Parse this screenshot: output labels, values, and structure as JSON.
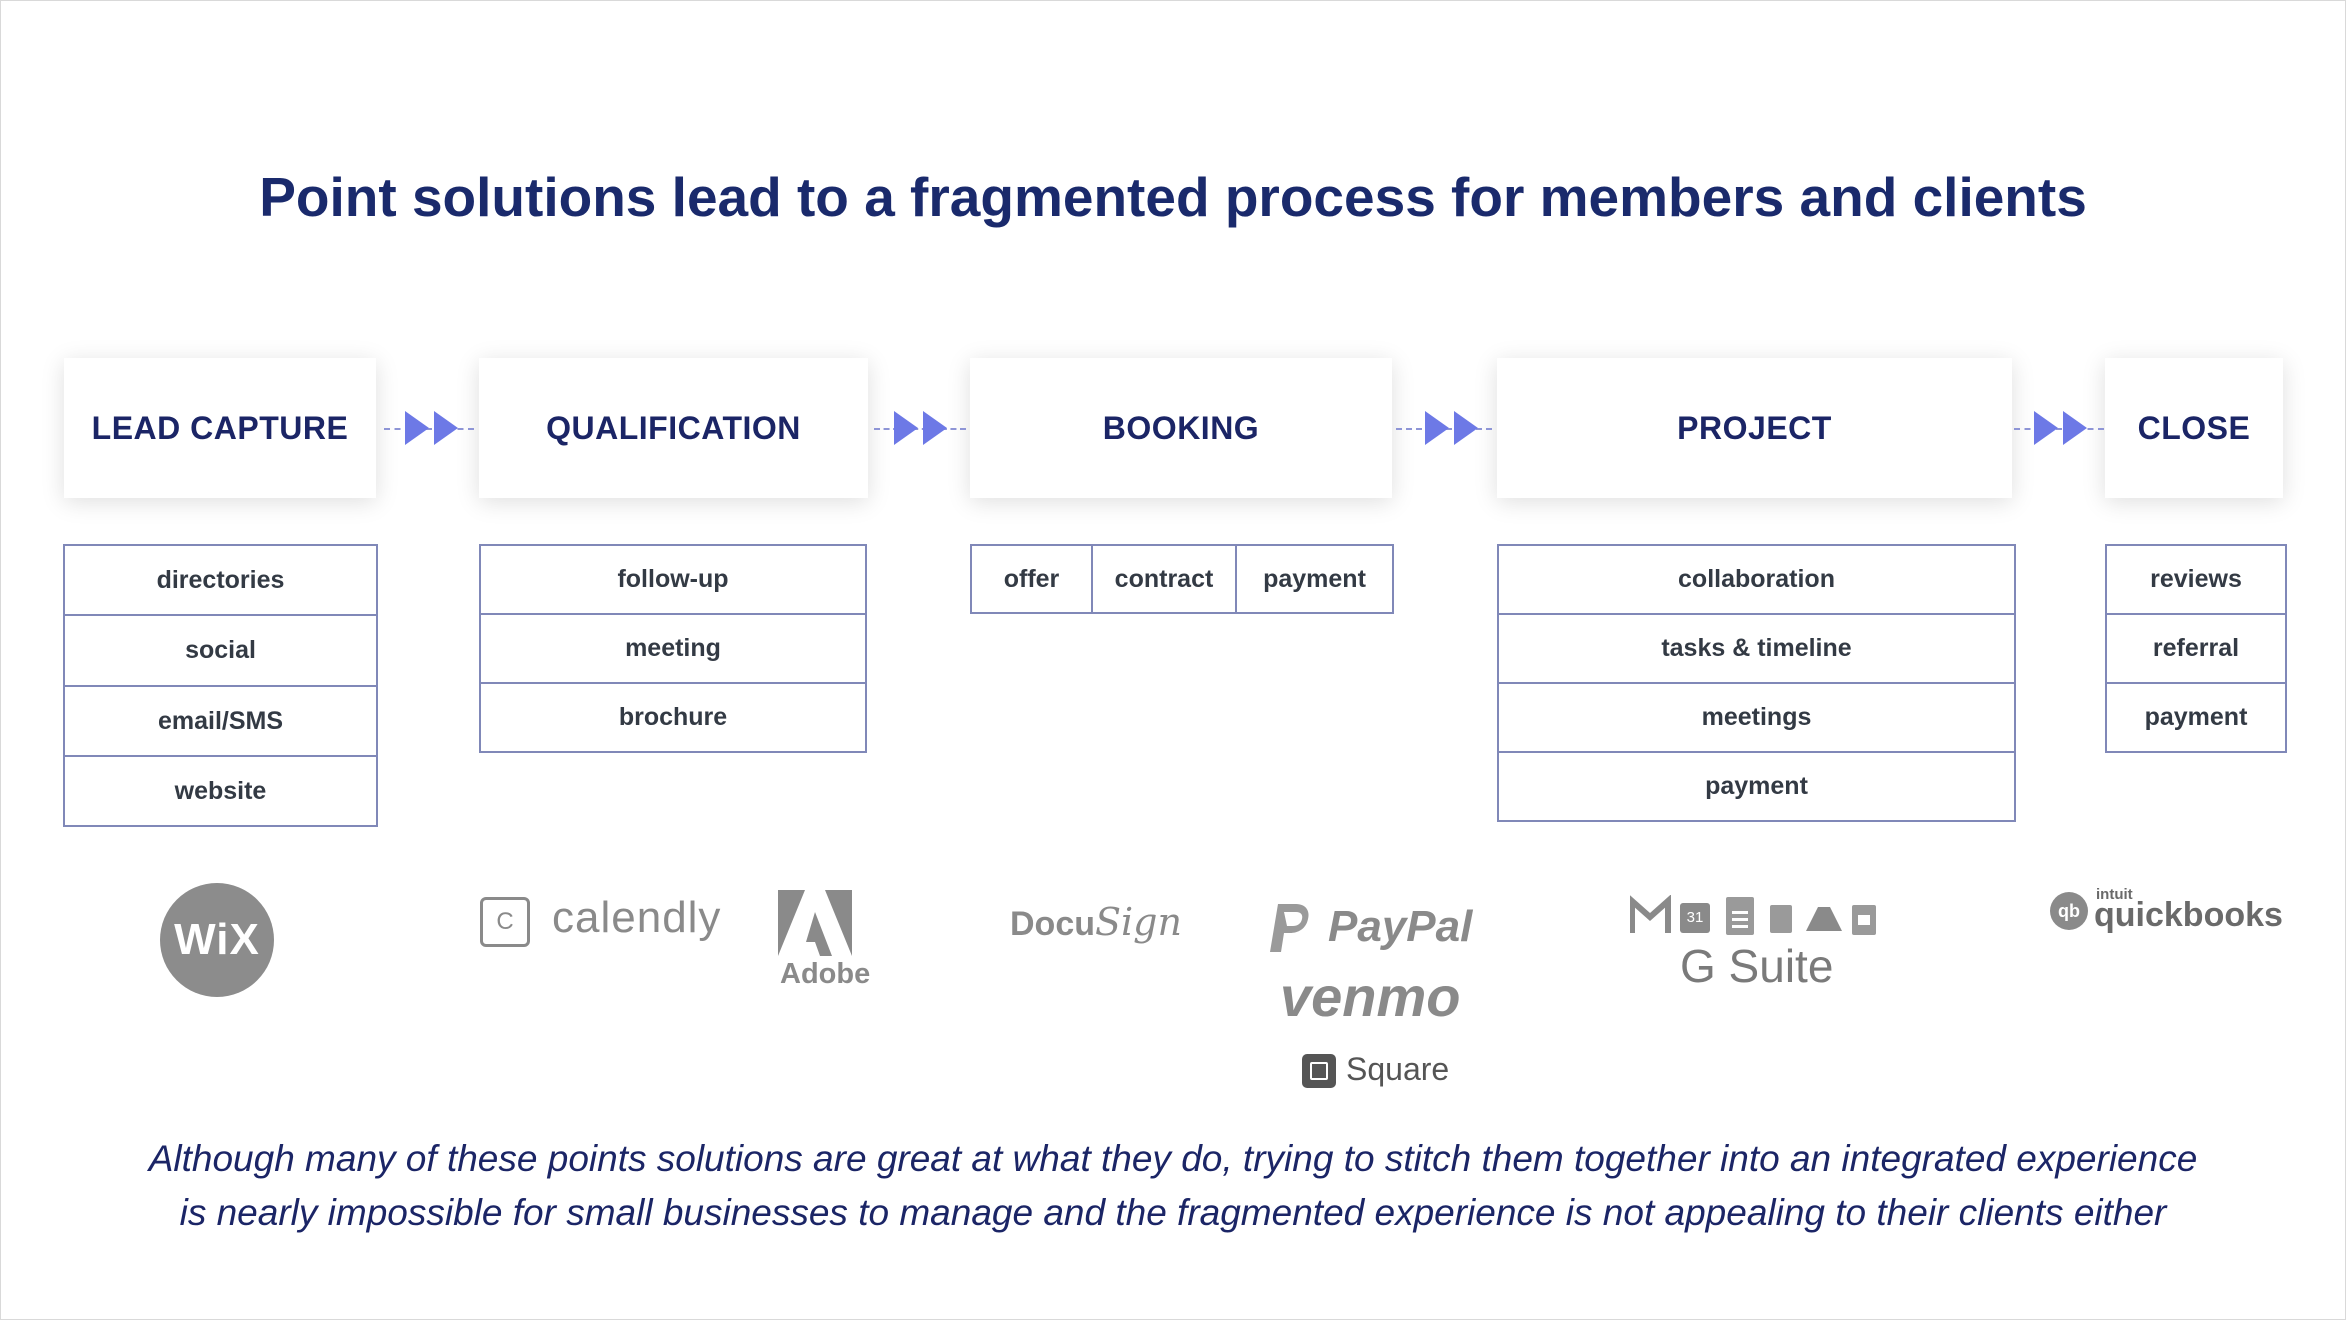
{
  "title": "Point solutions lead to a fragmented process for members and clients",
  "stages": [
    {
      "name": "LEAD CAPTURE",
      "items": [
        "directories",
        "social",
        "email/SMS",
        "website"
      ]
    },
    {
      "name": "QUALIFICATION",
      "items": [
        "follow-up",
        "meeting",
        "brochure"
      ]
    },
    {
      "name": "BOOKING",
      "items": [
        "offer",
        "contract",
        "payment"
      ]
    },
    {
      "name": "PROJECT",
      "items": [
        "collaboration",
        "tasks & timeline",
        "meetings",
        "payment"
      ]
    },
    {
      "name": "CLOSE",
      "items": [
        "reviews",
        "referral",
        "payment"
      ]
    }
  ],
  "logos": {
    "wix": "WiX",
    "calendly": "calendly",
    "calendly_glyph": "C",
    "adobe": "Adobe",
    "docusign_a": "Docu",
    "docusign_b": "Sign",
    "paypal": "PayPal",
    "venmo": "venmo",
    "square": "Square",
    "gsuite": "G Suite",
    "gcal": "31",
    "intuit": "intuit",
    "quickbooks": "quickbooks",
    "qb_glyph": "qb"
  },
  "caption_line1": "Although many of these points solutions are great at what they do, trying to stitch them together into an integrated experience",
  "caption_line2": "is nearly impossible for small businesses to manage and the fragmented experience is not appealing to their clients either",
  "colors": {
    "title": "#1a2a6c",
    "arrow": "#6d79e6",
    "border": "#8088b8",
    "logo_gray": "#8a8a8a"
  }
}
